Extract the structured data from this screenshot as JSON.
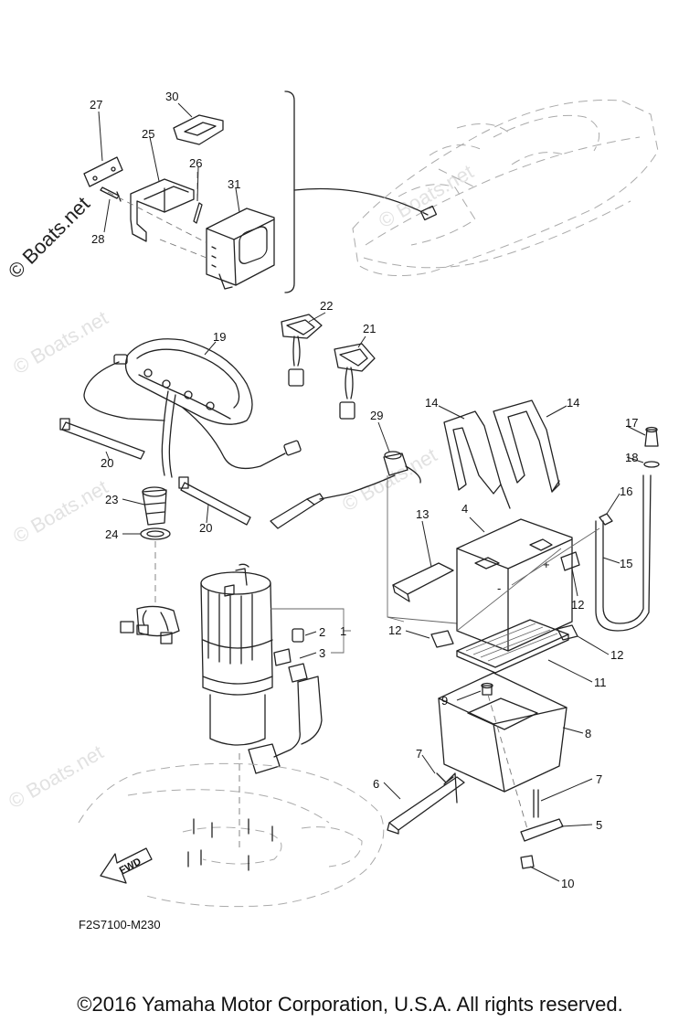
{
  "diagram": {
    "part_numbers": {
      "p1": "1",
      "p2": "2",
      "p3": "3",
      "p4": "4",
      "p5": "5",
      "p6": "6",
      "p7a": "7",
      "p7b": "7",
      "p8": "8",
      "p9": "9",
      "p10": "10",
      "p11": "11",
      "p12a": "12",
      "p12b": "12",
      "p12c": "12",
      "p13": "13",
      "p14a": "14",
      "p14b": "14",
      "p15": "15",
      "p16": "16",
      "p17": "17",
      "p18": "18",
      "p19": "19",
      "p20a": "20",
      "p20b": "20",
      "p21": "21",
      "p22": "22",
      "p23": "23",
      "p24": "24",
      "p25": "25",
      "p26": "26",
      "p27": "27",
      "p28": "28",
      "p29": "29",
      "p30": "30",
      "p31": "31"
    },
    "fwd_label": "FWD",
    "drawing_code": "F2S7100-M230",
    "watermark": "© Boats.net",
    "watermark_faint": "© Boats.net"
  },
  "footer": {
    "copyright": "©2016 Yamaha Motor Corporation, U.S.A. All rights reserved."
  },
  "colors": {
    "line": "#222222",
    "background": "#ffffff",
    "watermark_faint": "#e2e2e2"
  }
}
